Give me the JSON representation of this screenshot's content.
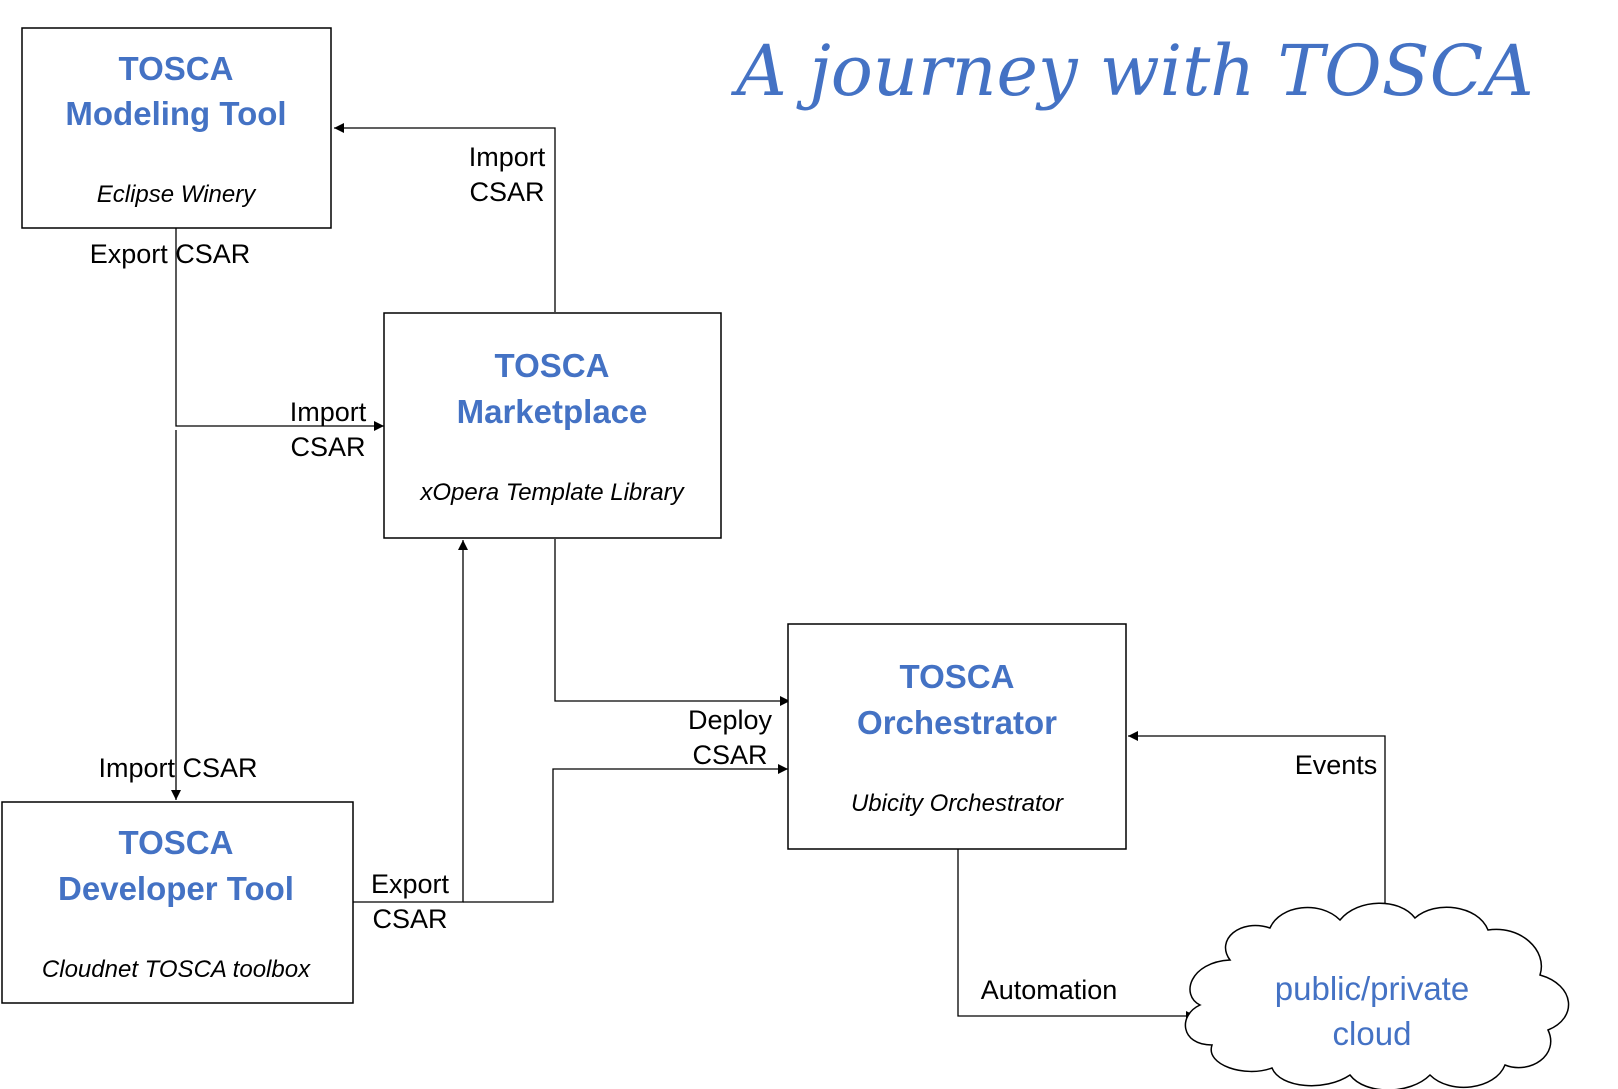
{
  "title": "A journey with TOSCA",
  "colors": {
    "accent": "#4472c4",
    "line": "#000000",
    "text": "#000000"
  },
  "boxes": {
    "modeling": {
      "line1": "TOSCA",
      "line2": "Modeling Tool",
      "sub": "Eclipse Winery"
    },
    "marketplace": {
      "line1": "TOSCA",
      "line2": "Marketplace",
      "sub": "xOpera Template Library"
    },
    "orchestrator": {
      "line1": "TOSCA",
      "line2": "Orchestrator",
      "sub": "Ubicity Orchestrator"
    },
    "developer": {
      "line1": "TOSCA",
      "line2": "Developer Tool",
      "sub": "Cloudnet TOSCA toolbox"
    }
  },
  "cloud": {
    "line1": "public/private",
    "line2": "cloud"
  },
  "labels": {
    "import_csar_top": {
      "line1": "Import",
      "line2": "CSAR"
    },
    "export_csar_modeling": "Export CSAR",
    "import_csar_marketplace": {
      "line1": "Import",
      "line2": "CSAR"
    },
    "import_csar_developer": "Import CSAR",
    "export_csar_developer": {
      "line1": "Export",
      "line2": "CSAR"
    },
    "deploy_csar": {
      "line1": "Deploy",
      "line2": "CSAR"
    },
    "events": "Events",
    "automation": "Automation"
  }
}
